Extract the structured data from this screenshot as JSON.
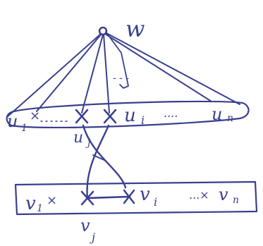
{
  "diagram": {
    "ink_color": "#3a3f8f",
    "top_vertex": {
      "label": "w"
    },
    "upper_set": {
      "labels": {
        "u1": "u",
        "u1_sub": "1",
        "u1_mark": "×",
        "uj": "u",
        "uj_sub": "j",
        "ui": "u",
        "ui_sub": "i",
        "dots": "....",
        "un": "u",
        "un_sub": "n"
      }
    },
    "fan_dots": "- - -",
    "lower_set": {
      "labels": {
        "v1": "v",
        "v1_sub": "1",
        "v1_mark": "×",
        "vi": "v",
        "vi_sub": "i",
        "dots": "...×",
        "vn": "v",
        "vn_sub": "n",
        "vj": "v",
        "vj_sub": "j"
      }
    }
  }
}
